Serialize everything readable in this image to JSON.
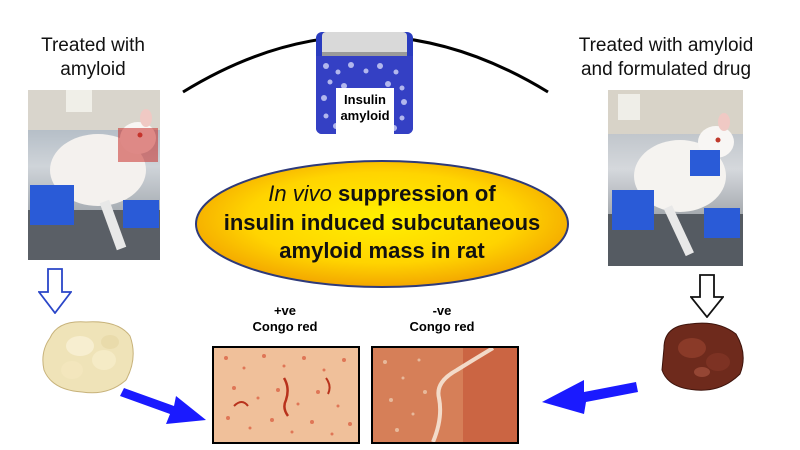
{
  "left_label": {
    "line1": "Treated with",
    "line2": "amyloid"
  },
  "right_label": {
    "line1": "Treated with amyloid",
    "line2": "and formulated drug"
  },
  "vial_label": {
    "line1": "Insulin",
    "line2": "amyloid"
  },
  "center_oval": {
    "italic": "In vivo",
    "line1_rest": " suppression of",
    "line2": "insulin induced subcutaneous",
    "line3": "amyloid mass in rat"
  },
  "micrographs": [
    {
      "line1": "+ve",
      "line2": "Congo red"
    },
    {
      "line1": "-ve",
      "line2": "Congo red"
    }
  ],
  "colors": {
    "oval_fill_center": "#ffe600",
    "oval_fill_edge": "#f2a100",
    "arrow_blue": "#1a1aff",
    "outline_arrow_left": "#2a46c8",
    "outline_arrow_right": "#111111"
  }
}
